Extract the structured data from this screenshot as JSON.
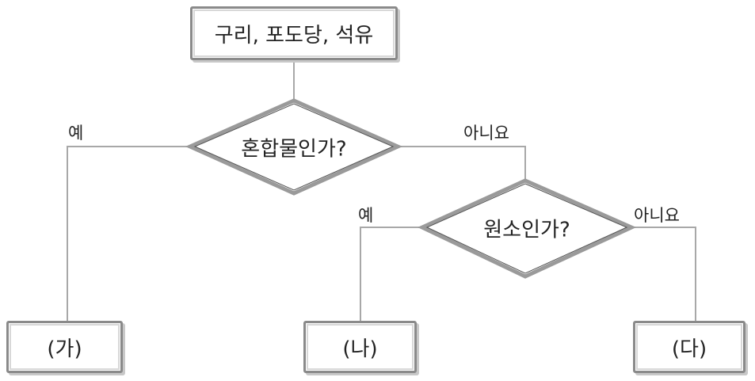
{
  "start": "구리, 포도당, 석유",
  "decision1": {
    "question": "혼합물인가?",
    "yes": "예",
    "no": "아니요"
  },
  "decision2": {
    "question": "원소인가?",
    "yes": "예",
    "no": "아니요"
  },
  "outcomes": [
    "(가)",
    "(나)",
    "(다)"
  ],
  "colors": {
    "line": "#9a9a9a",
    "border": "#8a8a8a"
  }
}
